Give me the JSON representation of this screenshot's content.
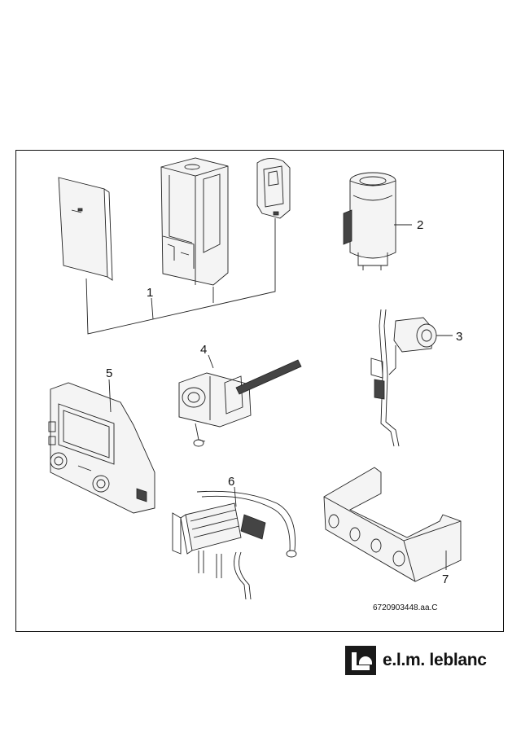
{
  "callouts": [
    {
      "id": 1,
      "text": "1"
    },
    {
      "id": 2,
      "text": "2"
    },
    {
      "id": 3,
      "text": "3"
    },
    {
      "id": 4,
      "text": "4"
    },
    {
      "id": 5,
      "text": "5"
    },
    {
      "id": 6,
      "text": "6"
    },
    {
      "id": 7,
      "text": "7"
    }
  ],
  "reference_code": "6720903448.aa.C",
  "brand": {
    "name": "e.l.m. leblanc"
  }
}
